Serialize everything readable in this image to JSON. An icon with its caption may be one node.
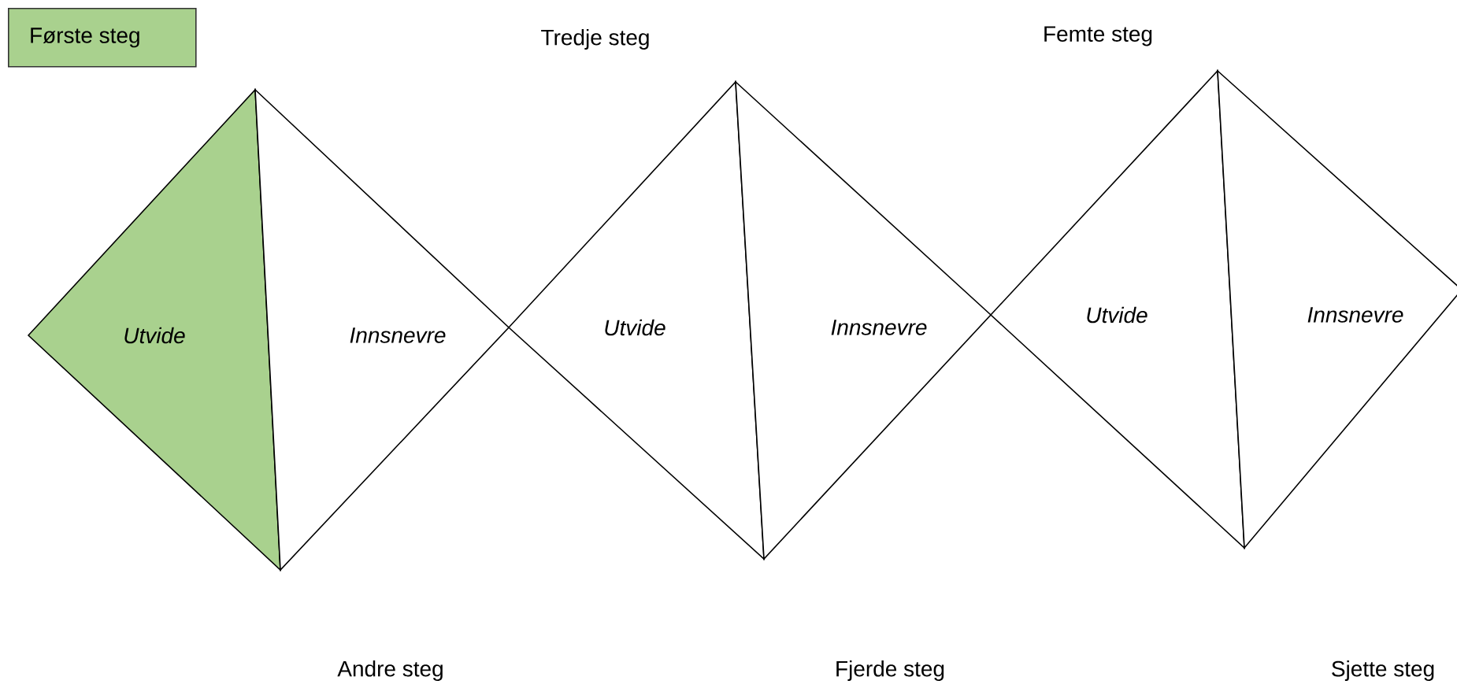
{
  "diagram": {
    "nodes": [
      {
        "text": [
          "Første steg"
        ]
      },
      {
        "text": [
          "Utvide"
        ]
      },
      {
        "text": [
          "Innsnevre"
        ]
      },
      {
        "text": [
          "Utvide"
        ]
      },
      {
        "text": [
          "Innsnevre"
        ]
      },
      {
        "text": [
          "Utvide"
        ]
      },
      {
        "text": [
          "Innsnevre"
        ]
      }
    ],
    "labels": [
      "Tredje steg",
      "Femte steg",
      "Andre steg",
      "Fjerde steg",
      "Sjette steg"
    ]
  }
}
